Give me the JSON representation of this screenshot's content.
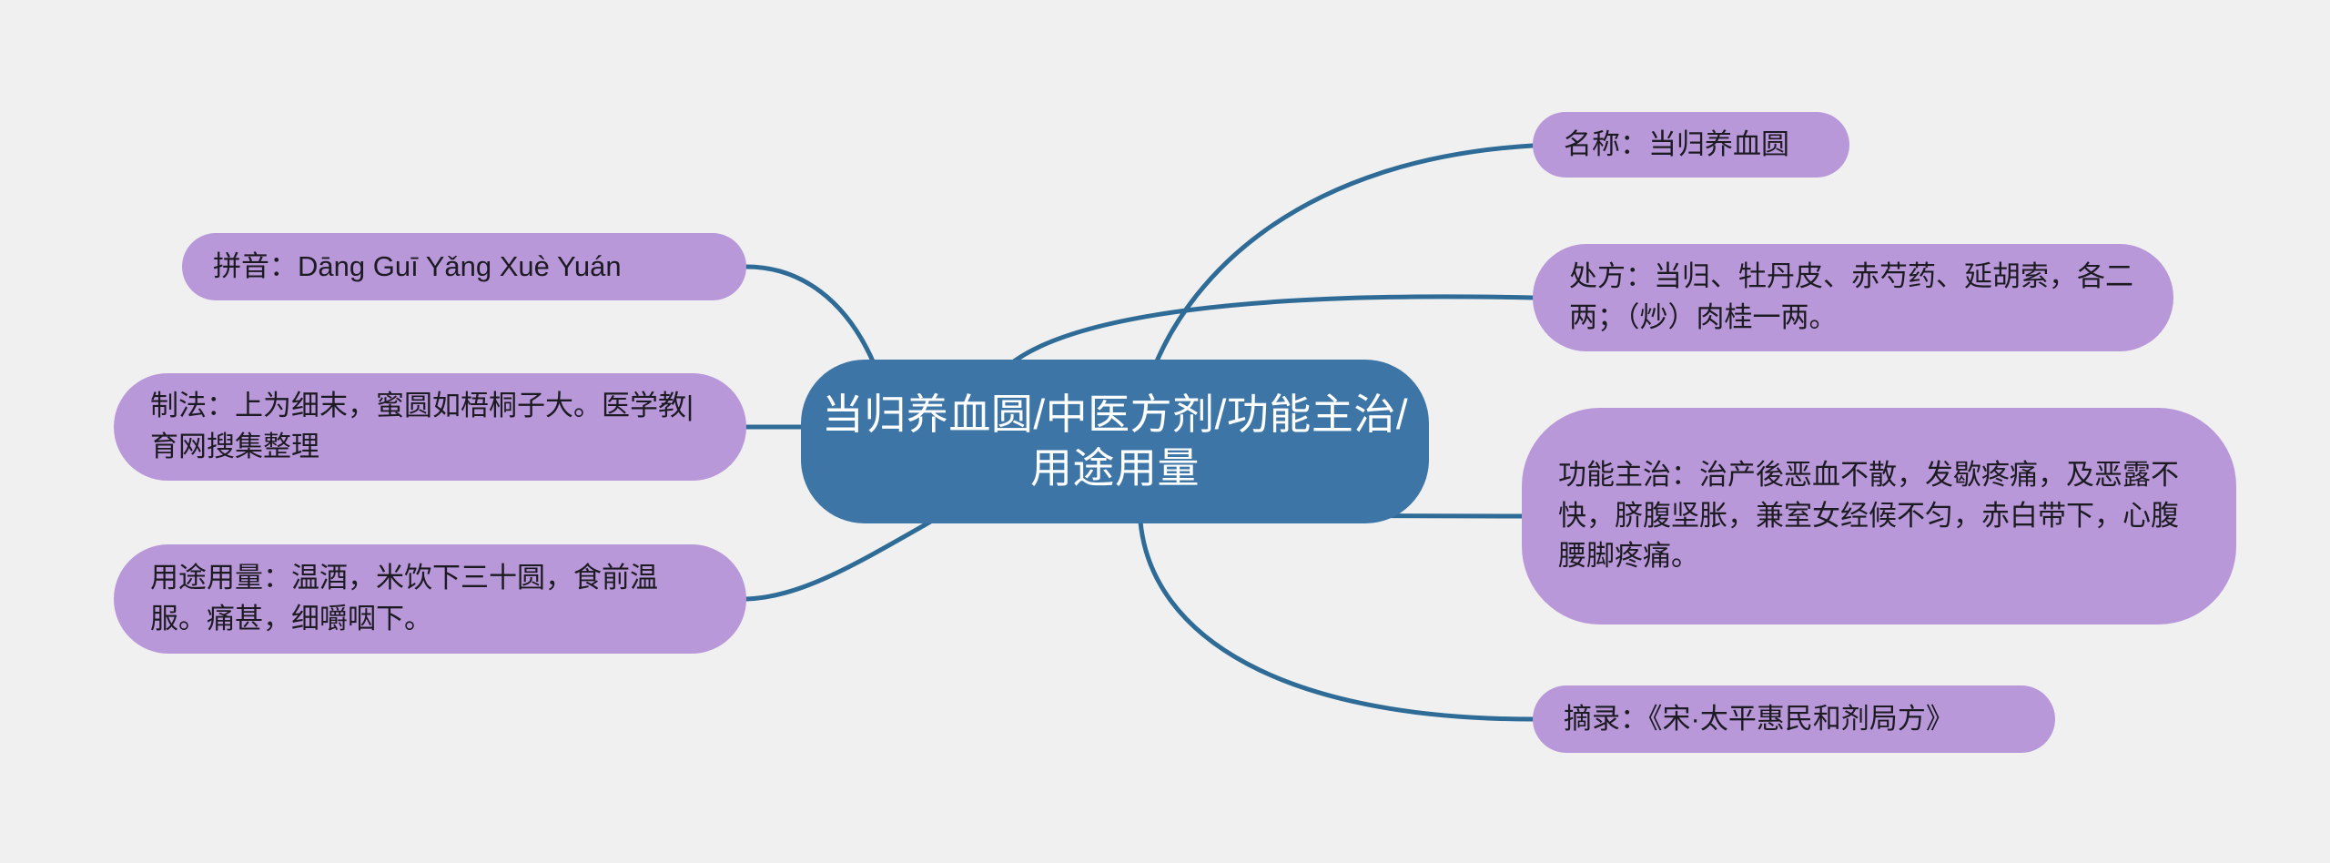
{
  "canvas": {
    "background": "#f0f0f0",
    "edge_color": "#2e6b96",
    "central_color": "#3d76a6",
    "branch_color": "#b998da",
    "central_text_color": "#ffffff",
    "branch_text_color": "#1d1b22"
  },
  "central": {
    "label": "当归养血圆/中医方剂/功能主治/用途用量"
  },
  "branches": [
    {
      "id": "name",
      "label": "名称：当归养血圆"
    },
    {
      "id": "pinyin",
      "label": "拼音：Dāng Guī Yǎng Xuè Yuán"
    },
    {
      "id": "prescription",
      "label": "处方：当归、牡丹皮、赤芍药、延胡索，各二两；（炒）肉桂一两。"
    },
    {
      "id": "method",
      "label": "制法：上为细末，蜜圆如梧桐子大。医学教|育网搜集整理"
    },
    {
      "id": "indications",
      "label": "功能主治：治产後恶血不散，发歇疼痛，及恶露不快，脐腹坚胀，兼室女经候不匀，赤白带下，心腹腰脚疼痛。"
    },
    {
      "id": "dosage",
      "label": "用途用量：温酒，米饮下三十圆，食前温服。痛甚，细嚼咽下。"
    },
    {
      "id": "source",
      "label": "摘录：《宋·太平惠民和剂局方》"
    }
  ]
}
